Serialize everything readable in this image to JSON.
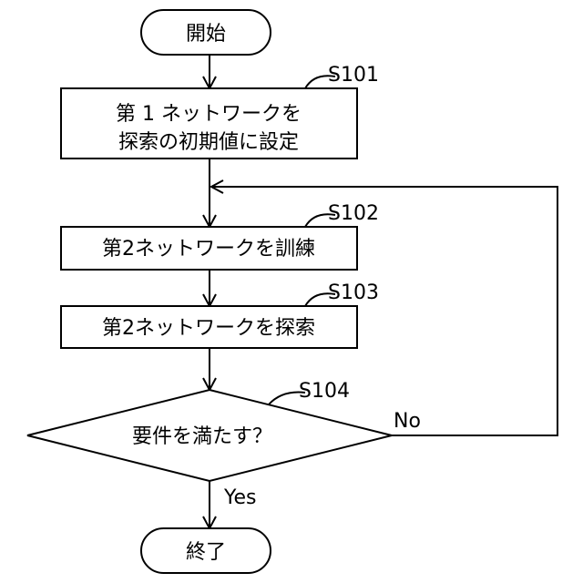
{
  "flowchart": {
    "start": "開始",
    "end": "終了",
    "steps": [
      {
        "id": "S101",
        "lines": [
          "第 1 ネットワークを",
          "探索の初期値に設定"
        ]
      },
      {
        "id": "S102",
        "lines": [
          "第2ネットワークを訓練"
        ]
      },
      {
        "id": "S103",
        "lines": [
          "第2ネットワークを探索"
        ]
      }
    ],
    "decision": {
      "id": "S104",
      "text": "要件を満たす？",
      "yes": "Yes",
      "no": "No"
    }
  }
}
